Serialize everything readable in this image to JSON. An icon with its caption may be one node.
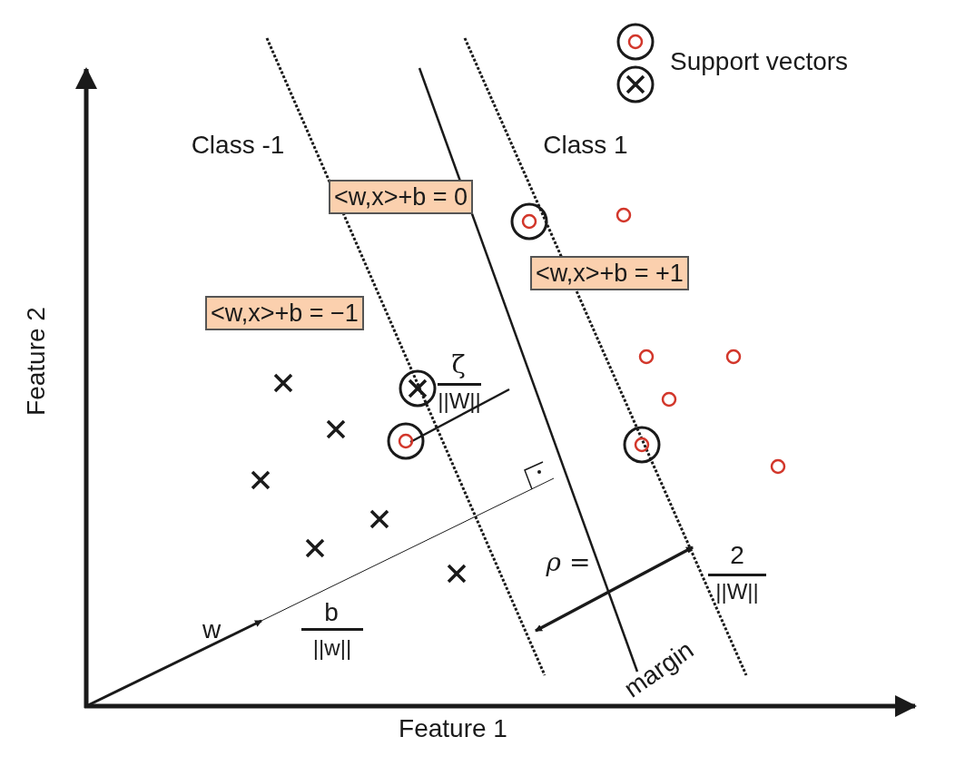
{
  "diagram": {
    "nodes": [
      {
        "text": [
          "<w,x>+b = 0"
        ]
      },
      {
        "text": [
          "<w,x>+b = +1"
        ]
      },
      {
        "text": [
          "<w,x>+b = −1"
        ]
      }
    ],
    "labels": [
      "Class -1",
      "Class 1",
      "ζ",
      "||W||",
      "w",
      "b",
      "||w||",
      "ρ =",
      "2",
      "||W||",
      "margin",
      "Feature 2",
      "Feature 1"
    ],
    "legend": [
      {
        "text": "Support vectors"
      }
    ]
  }
}
